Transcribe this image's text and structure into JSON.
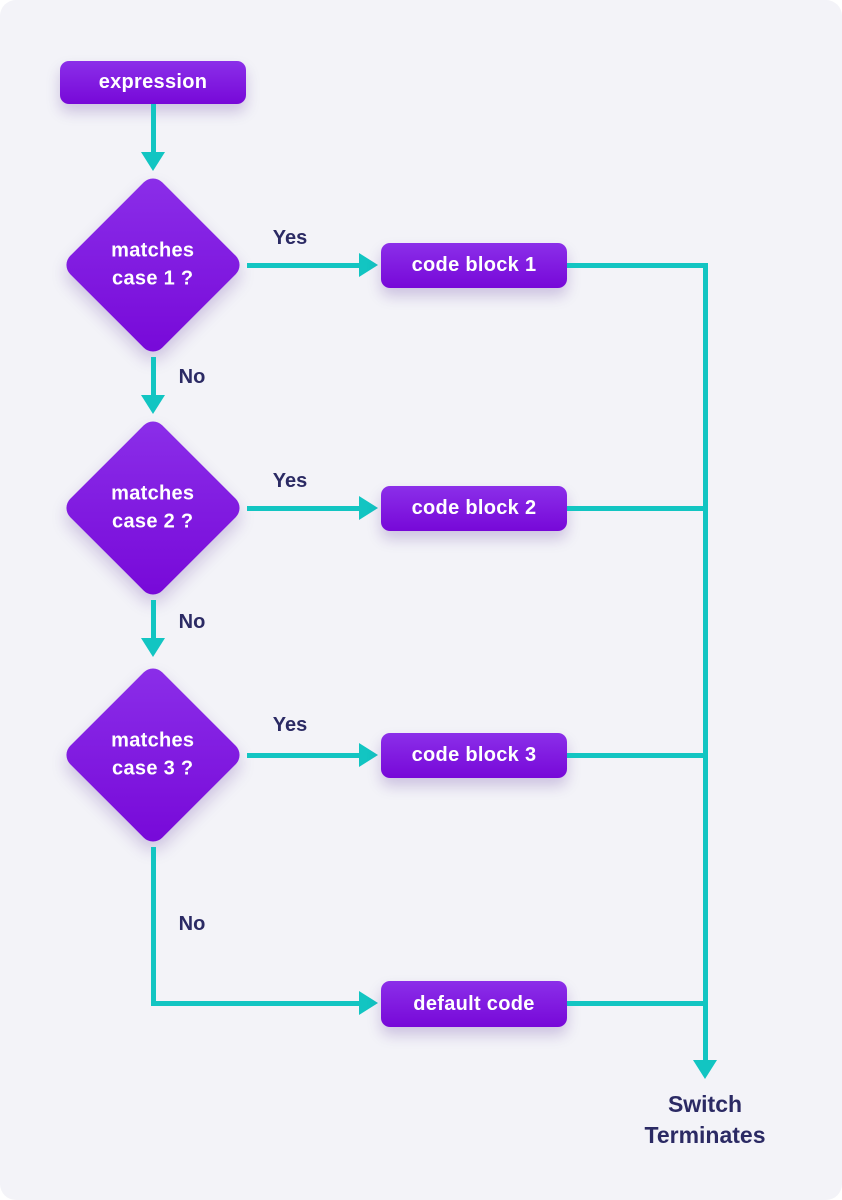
{
  "palette": {
    "background": "#F3F3F8",
    "node_purple_light": "#8B2FE9",
    "node_purple_dark": "#7708D8",
    "arrow_teal": "#12C5C2",
    "label_navy": "#2B2A64",
    "node_text": "#FFFFFF"
  },
  "flow": {
    "start_label": "expression",
    "decisions": [
      {
        "line1": "matches",
        "line2": "case 1 ?",
        "yes": "Yes",
        "no": "No"
      },
      {
        "line1": "matches",
        "line2": "case 2 ?",
        "yes": "Yes",
        "no": "No"
      },
      {
        "line1": "matches",
        "line2": "case 3 ?",
        "yes": "Yes",
        "no": "No"
      }
    ],
    "code_blocks": [
      "code block 1",
      "code block 2",
      "code block 3"
    ],
    "default_block": "default code",
    "terminal": {
      "line1": "Switch",
      "line2": "Terminates"
    }
  }
}
